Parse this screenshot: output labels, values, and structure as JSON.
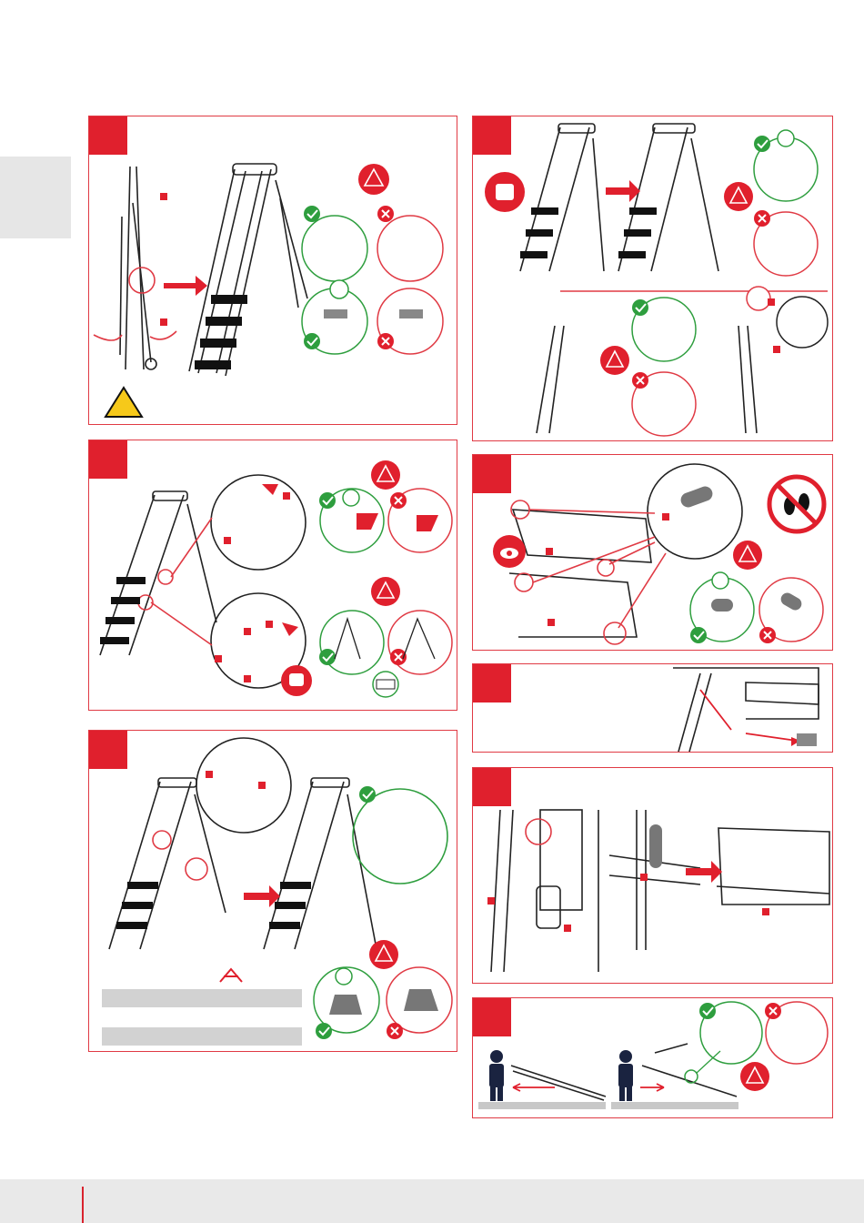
{
  "page": {
    "side_tab": "",
    "footer_text": ""
  },
  "panels": [
    {
      "id": "panel-1",
      "step": "",
      "icons": [
        "pinch-hazard-icon",
        "warning-icon",
        "check-icon",
        "cross-icon"
      ]
    },
    {
      "id": "panel-2",
      "step": "",
      "icons": [
        "warning-icon",
        "check-icon",
        "cross-icon",
        "hand-icon",
        "tool-icon"
      ]
    },
    {
      "id": "panel-3",
      "step": "",
      "icons": [
        "width-icon",
        "warning-icon",
        "check-icon",
        "cross-icon"
      ]
    },
    {
      "id": "panel-4",
      "step": "",
      "icons": [
        "hand-icon",
        "warning-icon",
        "check-icon",
        "cross-icon"
      ]
    },
    {
      "id": "panel-5",
      "step": "",
      "icons": [
        "eye-icon",
        "no-stepping-icon",
        "warning-icon",
        "check-icon",
        "cross-icon"
      ]
    },
    {
      "id": "panel-6",
      "step": ""
    },
    {
      "id": "panel-7",
      "step": ""
    },
    {
      "id": "panel-8",
      "step": "",
      "icons": [
        "person-icon",
        "warning-icon",
        "check-icon",
        "cross-icon"
      ]
    }
  ],
  "colors": {
    "accent": "#e0202d",
    "check": "#2e9e3e",
    "line": "#222222"
  }
}
